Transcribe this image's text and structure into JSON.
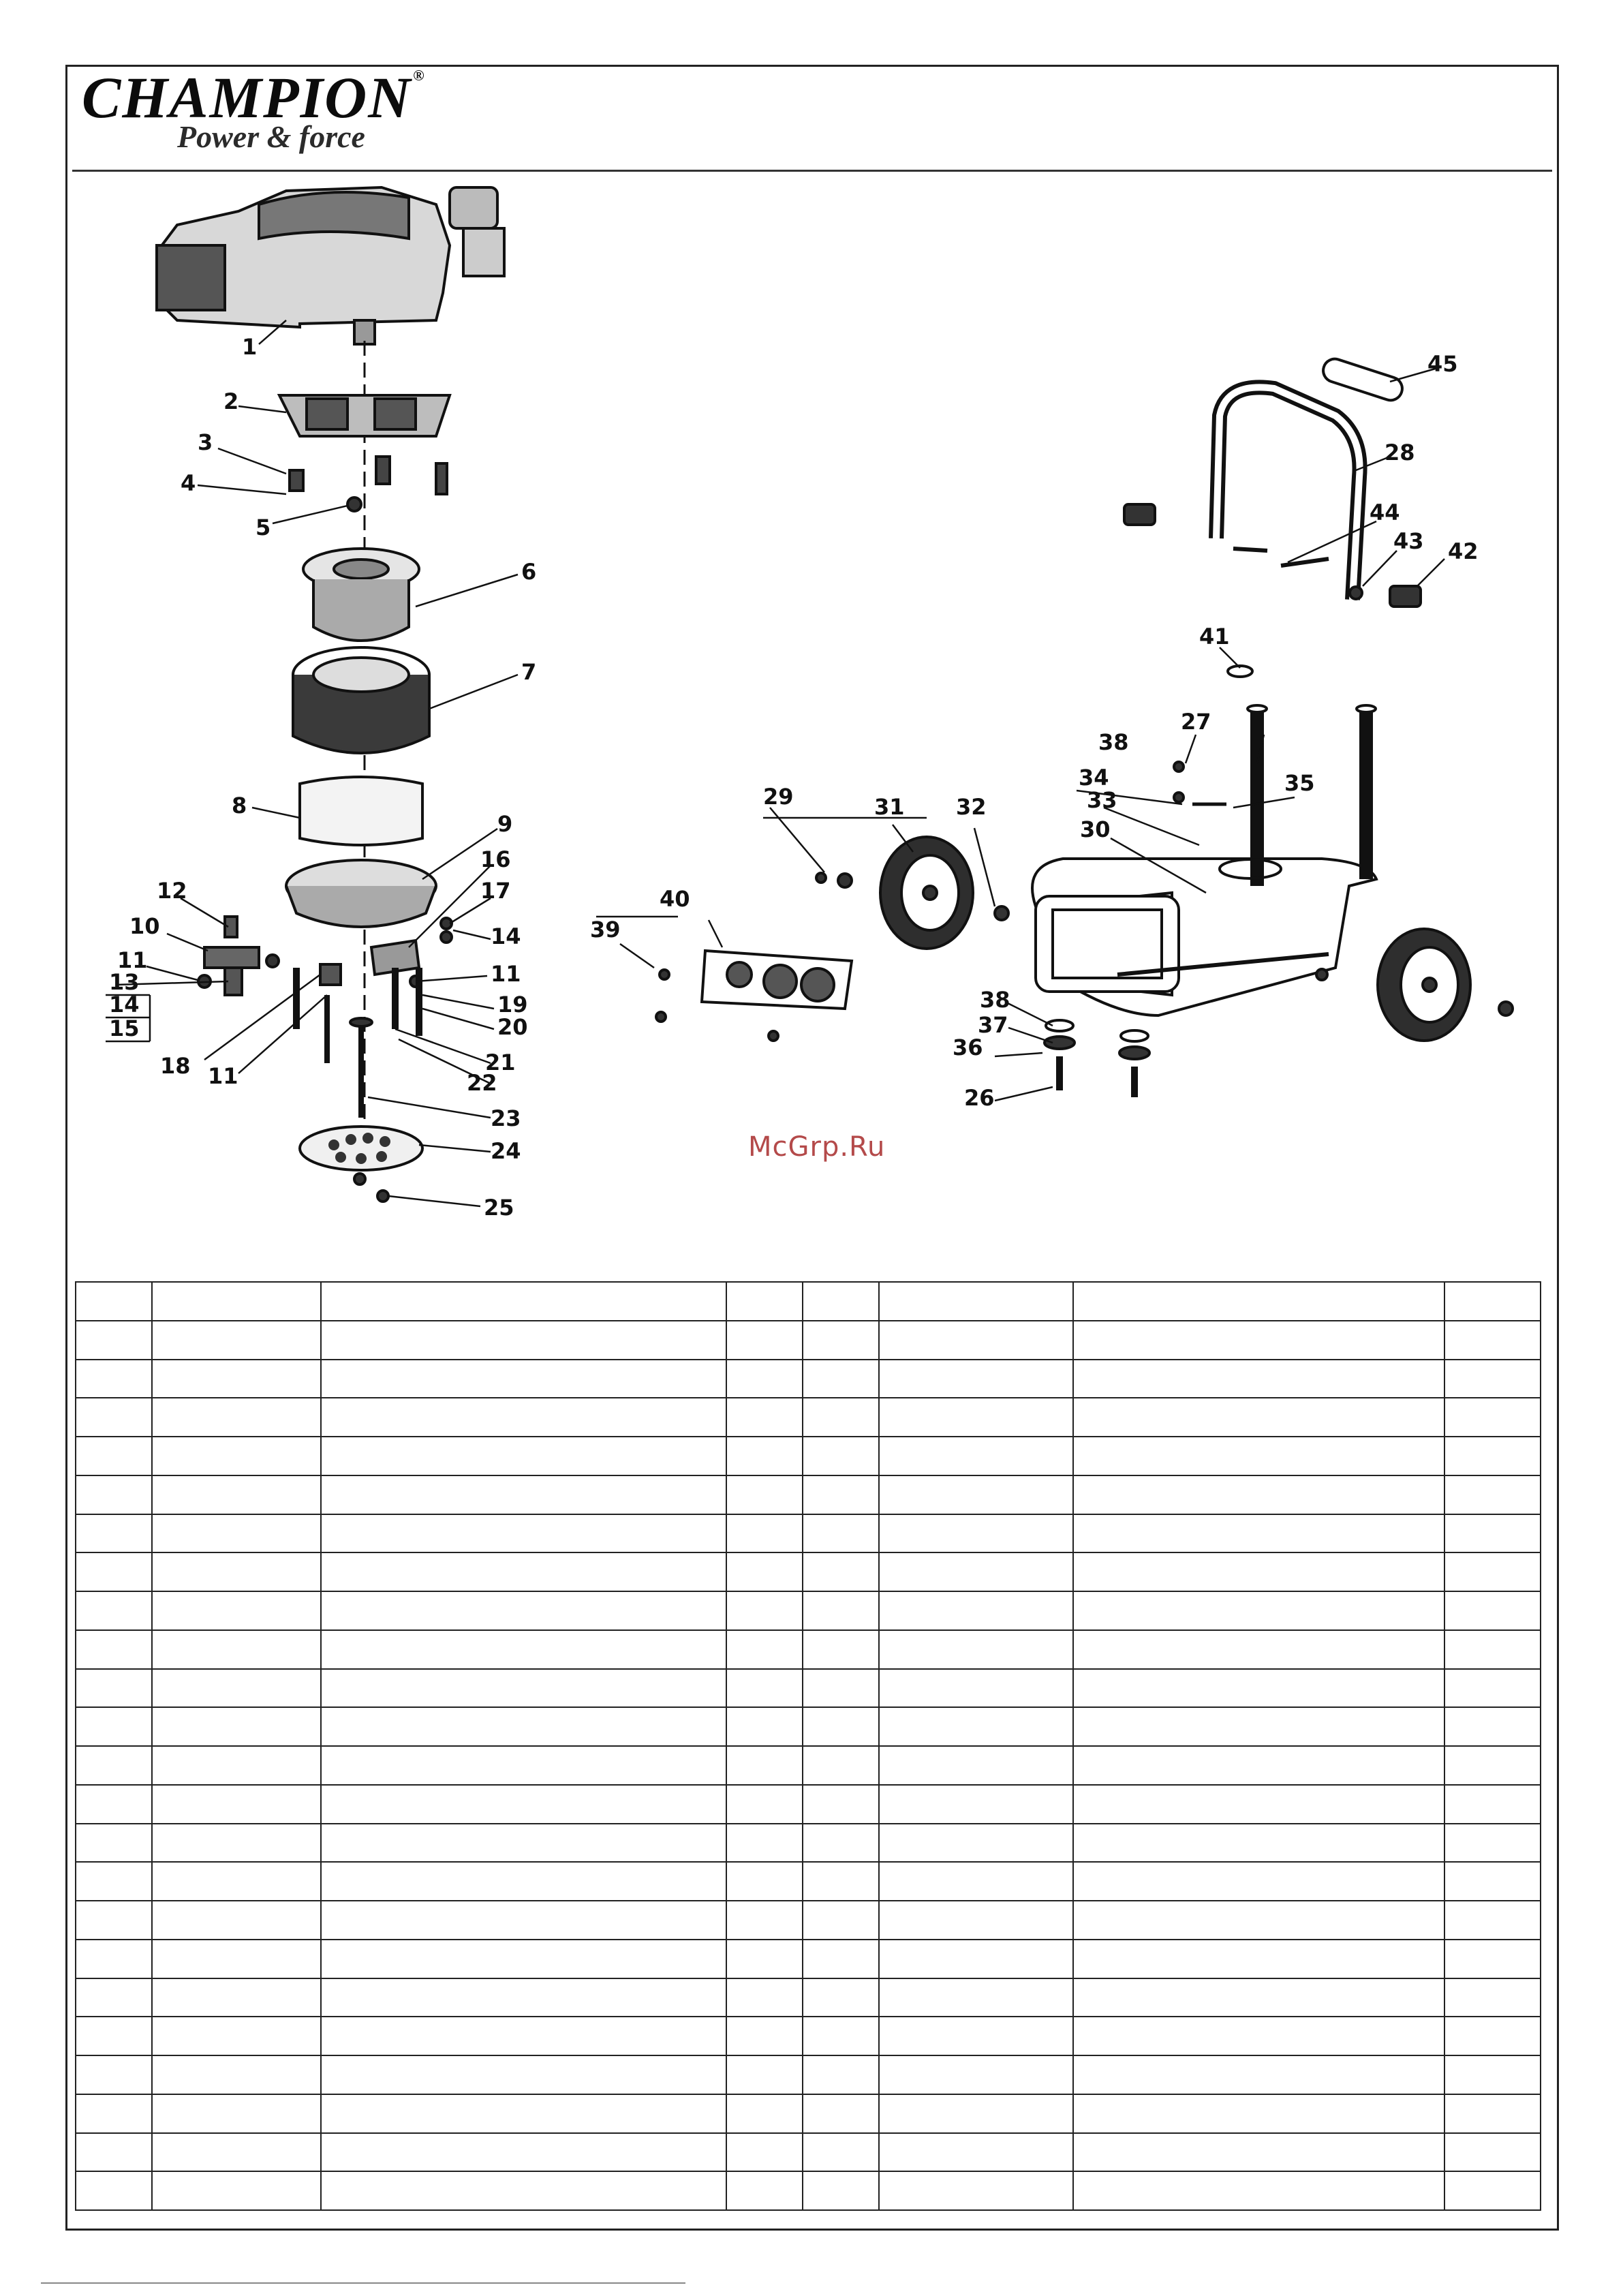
{
  "header": {
    "brand": "CHAMPION",
    "registered": "®",
    "tagline": "Power & force"
  },
  "watermark": "McGrp.Ru",
  "callouts": {
    "c1": "1",
    "c2": "2",
    "c3": "3",
    "c4": "4",
    "c5": "5",
    "c6": "6",
    "c7": "7",
    "c8": "8",
    "c9": "9",
    "c10": "10",
    "c11a": "11",
    "c11b": "11",
    "c11c": "11",
    "c12": "12",
    "c13": "13",
    "c14a": "14",
    "c14b": "14",
    "c15": "15",
    "c16": "16",
    "c17": "17",
    "c18": "18",
    "c19": "19",
    "c20": "20",
    "c21": "21",
    "c22": "22",
    "c23": "23",
    "c24": "24",
    "c25": "25",
    "c26": "26",
    "c27": "27",
    "c28": "28",
    "c29": "29",
    "c30": "30",
    "c31": "31",
    "c32": "32",
    "c33": "33",
    "c34": "34",
    "c35": "35",
    "c36": "36",
    "c37": "37",
    "c38a": "38",
    "c38b": "38",
    "c39": "39",
    "c40": "40",
    "c41": "41",
    "c42": "42",
    "c43": "43",
    "c44": "44",
    "c45": "45"
  },
  "parts_table": {
    "column_count": 8,
    "row_count": 24
  }
}
